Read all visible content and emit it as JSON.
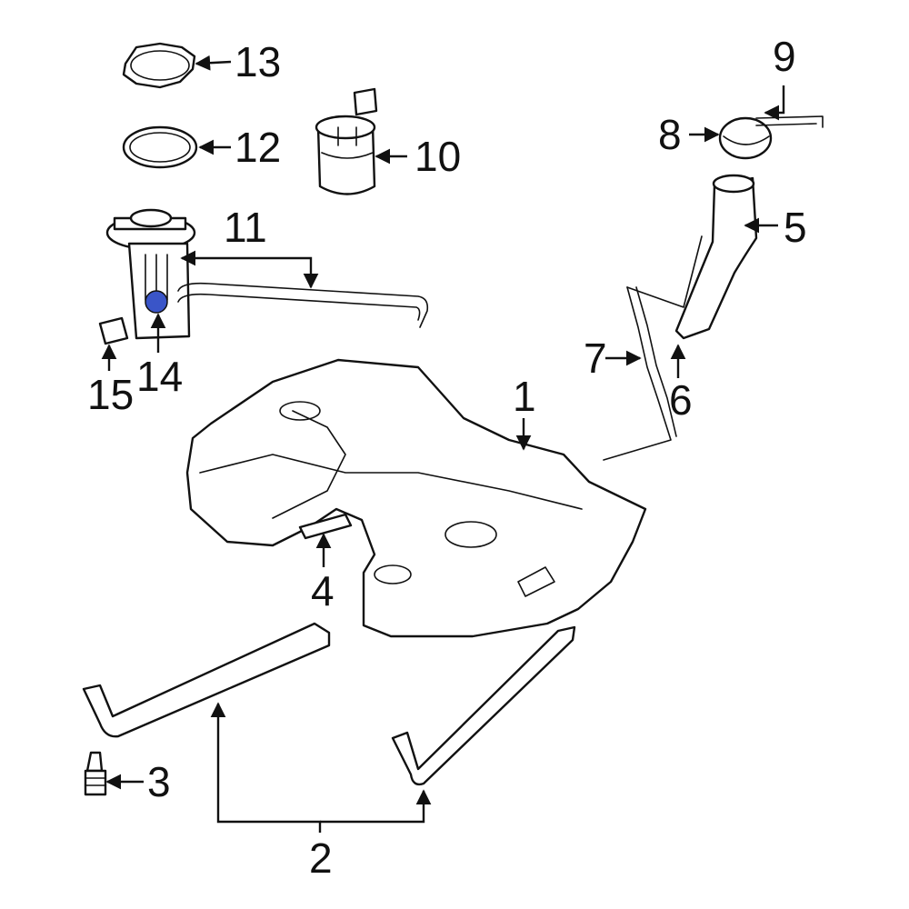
{
  "callouts": {
    "c1": "1",
    "c2": "2",
    "c3": "3",
    "c4": "4",
    "c5": "5",
    "c6": "6",
    "c7": "7",
    "c8": "8",
    "c9": "9",
    "c10": "10",
    "c11": "11",
    "c12": "12",
    "c13": "13",
    "c14": "14",
    "c15": "15"
  },
  "colors": {
    "line": "#111111",
    "highlight": "#3a55c8"
  }
}
